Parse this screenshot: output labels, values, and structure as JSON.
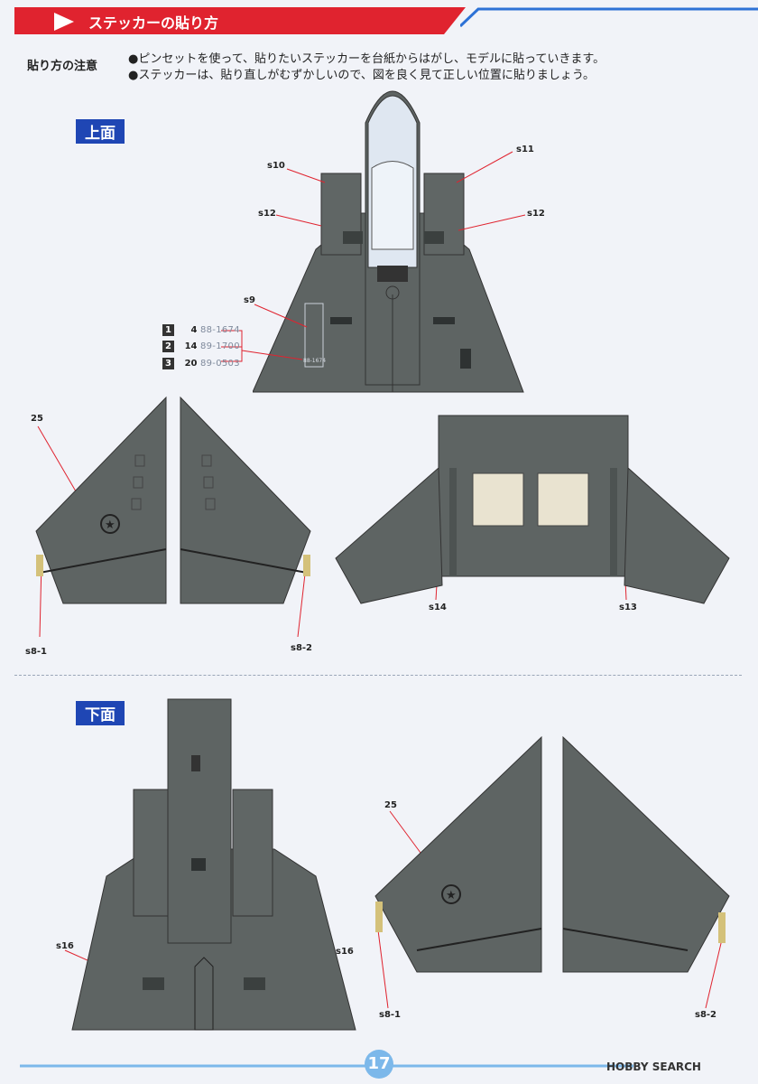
{
  "header": {
    "title": "ステッカーの貼り方"
  },
  "notes": {
    "label": "貼り方の注意",
    "items": [
      "●ピンセットを使って、貼りたいステッカーを台紙からはがし、モデルに貼っていきます。",
      "●ステッカーは、貼り直しがむずかしいので、図を良く見て正しい位置に貼りましょう。"
    ]
  },
  "top_view": {
    "label": "上面",
    "callouts": {
      "s10": "s10",
      "s11": "s11",
      "s12_left": "s12",
      "s12_right": "s12",
      "s9": "s9",
      "n25": "25",
      "s8_1": "s8-1",
      "s8_2": "s8-2",
      "s14": "s14",
      "s13": "s13"
    },
    "versions": [
      {
        "num": "1",
        "code": "4",
        "reg": "88-1674"
      },
      {
        "num": "2",
        "code": "14",
        "reg": "89-1700"
      },
      {
        "num": "3",
        "code": "20",
        "reg": "89-0503"
      }
    ],
    "plate_text": "88-1674"
  },
  "bottom_view": {
    "label": "下面",
    "callouts": {
      "s16_left": "s16",
      "s16_right": "s16",
      "n25": "25",
      "s8_1": "s8-1",
      "s8_2": "s8-2"
    }
  },
  "footer": {
    "page_number": "17",
    "logo": "HOBBY SEARCH"
  },
  "colors": {
    "accent_red": "#e0232f",
    "accent_blue": "#1f46b4",
    "model_gray": "#5e6463",
    "page_bg": "#f1f3f8"
  }
}
